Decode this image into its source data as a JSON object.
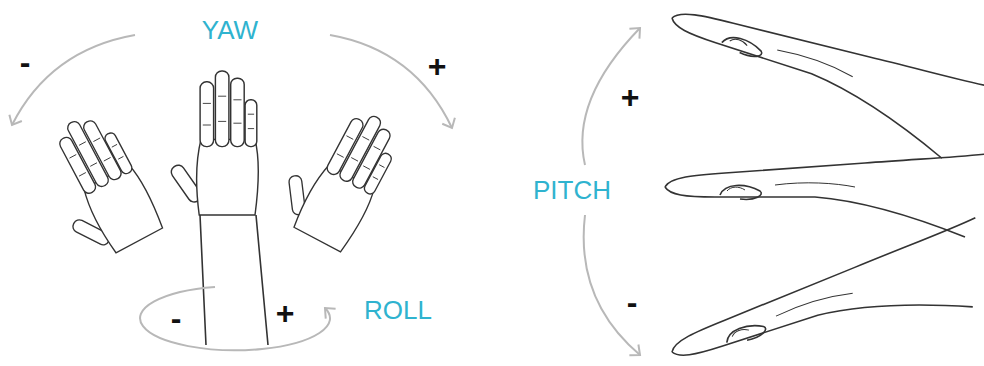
{
  "diagram": {
    "labels": [
      "YAW",
      "-",
      "+",
      "+",
      "PITCH",
      "-",
      "+",
      "ROLL",
      "-"
    ]
  }
}
